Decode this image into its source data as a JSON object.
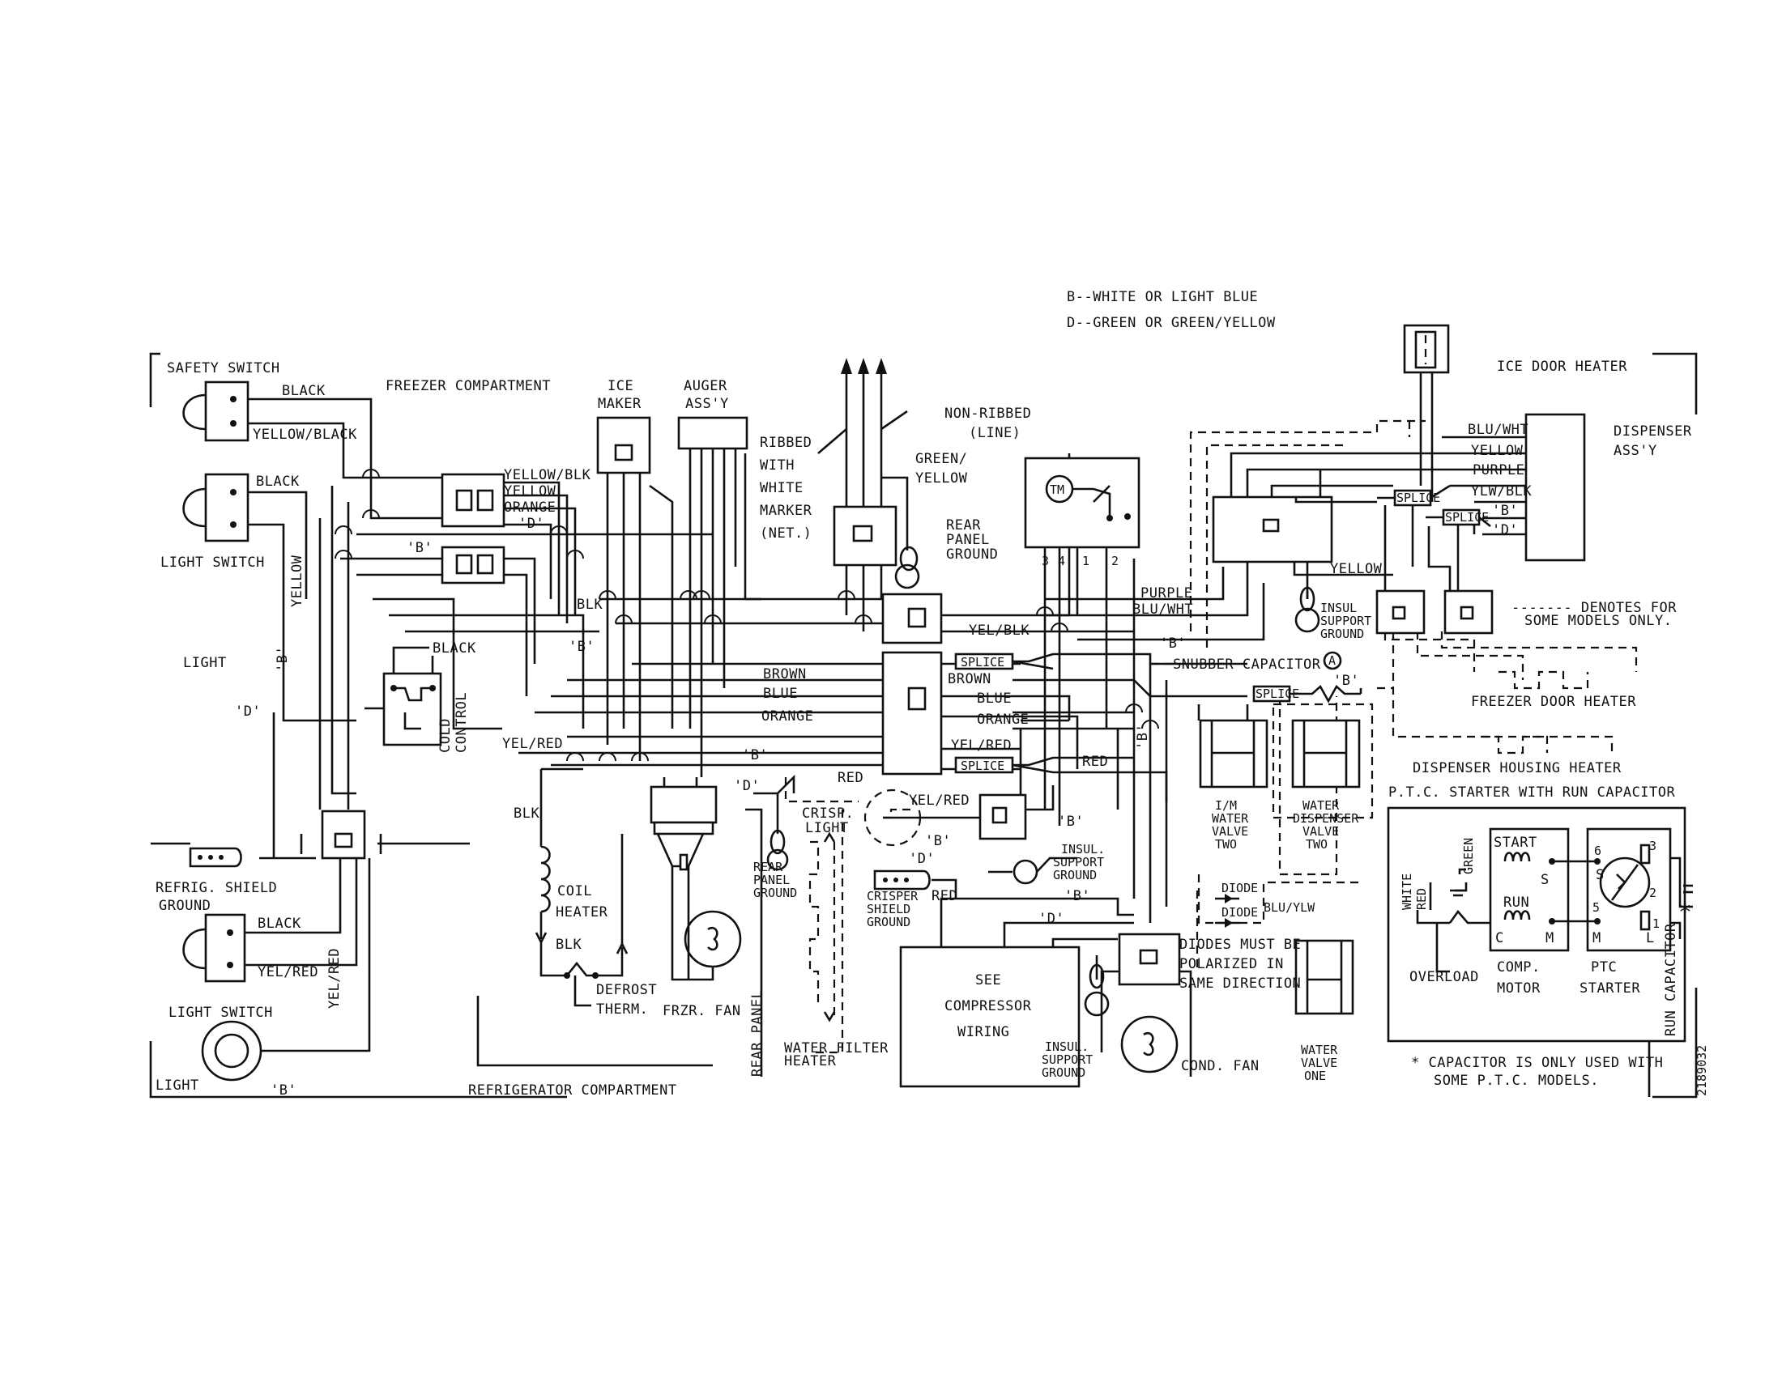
{
  "legend": {
    "b": "B--WHITE OR LIGHT BLUE",
    "d": "D--GREEN OR GREEN/YELLOW"
  },
  "labels": {
    "safety_switch": "SAFETY SWITCH",
    "black1": "BLACK",
    "yellow_black": "YELLOW/BLACK",
    "black2": "BLACK",
    "light_switch1": "LIGHT SWITCH",
    "yellow_v": "YELLOW",
    "light1": "LIGHT",
    "b_q1": "'B'",
    "d_q1": "'D'",
    "freezer_compartment": "FREEZER COMPARTMENT",
    "yellow_blk": "YELLOW/BLK",
    "yellow": "YELLOW",
    "orange": "ORANGE",
    "d_q2": "'D'",
    "b_q2": "'B'",
    "black3": "BLACK",
    "cold": "COLD",
    "control": "CONTROL",
    "ice": "ICE",
    "maker": "MAKER",
    "auger": "AUGER",
    "assy": "ASS'Y",
    "ribbed": "RIBBED",
    "with": "WITH",
    "white": "WHITE",
    "marker": "MARKER",
    "net": "(NET.)",
    "non_ribbed": "NON-RIBBED",
    "line": "(LINE)",
    "green_slash": "GREEN/",
    "yellow2": "YELLOW",
    "rear_panel_ground1_a": "REAR",
    "rear_panel_ground1_b": "PANEL",
    "rear_panel_ground1_c": "GROUND",
    "blk1": "BLK",
    "b_q3": "'B'",
    "brown1": "BROWN",
    "blue1": "BLUE",
    "orange2": "ORANGE",
    "yel_red1": "YEL/RED",
    "b_q4": "'B'",
    "d_q3": "'D'",
    "red1": "RED",
    "blk2": "BLK",
    "coil": "COIL",
    "heater": "HEATER",
    "blk3": "BLK",
    "defrost": "DEFROST",
    "therm": "THERM.",
    "frzr_fan": "FRZR. FAN",
    "rear_panel_ground2_a": "REAR",
    "rear_panel_ground2_b": "PANEL",
    "rear_panel_ground2_c": "GROUND",
    "crisp_light_a": "CRISP.",
    "crisp_light_b": "LIGHT",
    "yel_red2": "YEL/RED",
    "b_q5": "'B'",
    "d_q4": "'D'",
    "tm": "TM",
    "t3": "3",
    "t4": "4",
    "t1": "1",
    "t2": "2",
    "purple1": "PURPLE",
    "blu_wht1": "BLU/WHT",
    "yel_blk": "YEL/BLK",
    "b_q6": "'B'",
    "splice1": "SPLICE",
    "brown2": "BROWN",
    "blue2": "BLUE",
    "orange3": "ORANGE",
    "yel_red3": "YEL/RED",
    "splice2": "SPLICE",
    "red2": "RED",
    "b_q7": "'B'",
    "b_q8": "'B'",
    "insul1_a": "INSUL.",
    "insul1_b": "SUPPORT",
    "insul1_c": "GROUND",
    "crisper1_a": "CRISPER",
    "crisper1_b": "SHIELD",
    "crisper1_c": "GROUND",
    "red3": "RED",
    "b_q9": "'B'",
    "d_q5": "'D'",
    "see": "SEE",
    "compressor": "COMPRESSOR",
    "wiring": "WIRING",
    "insul2_a": "INSUL.",
    "insul2_b": "SUPPORT",
    "insul2_c": "GROUND",
    "cond_fan": "COND. FAN",
    "rear_panel_v": "REAR PANEL",
    "water_filter": "WATER FILTER",
    "heater2": "HEATER",
    "yellow3": "YELLOW",
    "insul3_a": "INSUL",
    "insul3_b": "SUPPORT",
    "insul3_c": "GROUND",
    "snubber": "SNUBBER CAPACITOR",
    "a_circle": "A",
    "splice3": "SPLICE",
    "b_q10": "'B'",
    "im_a": "I/M",
    "im_b": "WATER",
    "im_c": "VALVE",
    "im_d": "TWO",
    "wd_a": "WATER",
    "wd_b": "DISPENSER",
    "wd_c": "VALVE",
    "wd_d": "TWO",
    "diode1": "DIODE",
    "diode2": "DIODE",
    "blu_ylw": "BLU/YLW",
    "diodes_a": "DIODES MUST BE",
    "diodes_b": "POLARIZED IN",
    "diodes_c": "SAME DIRECTION",
    "wv1_a": "WATER",
    "wv1_b": "VALVE",
    "wv1_c": "ONE",
    "ice_door_heater": "ICE DOOR HEATER",
    "dispenser": "DISPENSER",
    "assy2": "ASS'Y",
    "blu_wht2": "BLU/WHT",
    "yellow4": "YELLOW",
    "purple2": "PURPLE",
    "ylw_blk": "YLW/BLK",
    "b_q11": "'B'",
    "d_q6": "'D'",
    "splice4": "SPLICE",
    "splice5": "SPLICE",
    "denotes_a": "------- DENOTES FOR",
    "denotes_b": "SOME MODELS ONLY.",
    "freezer_door_heater": "FREEZER DOOR HEATER",
    "dispenser_housing_heater": "DISPENSER HOUSING HEATER",
    "ptc_title": "P.T.C. STARTER WITH RUN CAPACITOR",
    "white_v": "WHITE",
    "red_v": "RED",
    "green_v": "GREEN",
    "start": "START",
    "run": "RUN",
    "s": "S",
    "c": "C",
    "m": "M",
    "six": "6",
    "three": "3",
    "two": "2",
    "five": "5",
    "one": "1",
    "s2": "S",
    "m2": "M",
    "l": "L",
    "overload": "OVERLOAD",
    "comp": "COMP.",
    "motor": "MOTOR",
    "ptc": "PTC",
    "starter": "STARTER",
    "run_capacitor": "RUN CAPACITOR",
    "asterisk": "*",
    "cap_note_a": "* CAPACITOR IS ONLY USED WITH",
    "cap_note_b": "SOME P.T.C. MODELS.",
    "refrig_shield_a": "REFRIG. SHIELD",
    "refrig_shield_b": "GROUND",
    "black4": "BLACK",
    "yel_red4": "YEL/RED",
    "light_switch2": "LIGHT SWITCH",
    "yel_red_v": "YEL/RED",
    "light2": "LIGHT",
    "b_q12": "'B'",
    "refrigerator_compartment": "REFRIGERATOR COMPARTMENT",
    "part_no": "2189032"
  }
}
